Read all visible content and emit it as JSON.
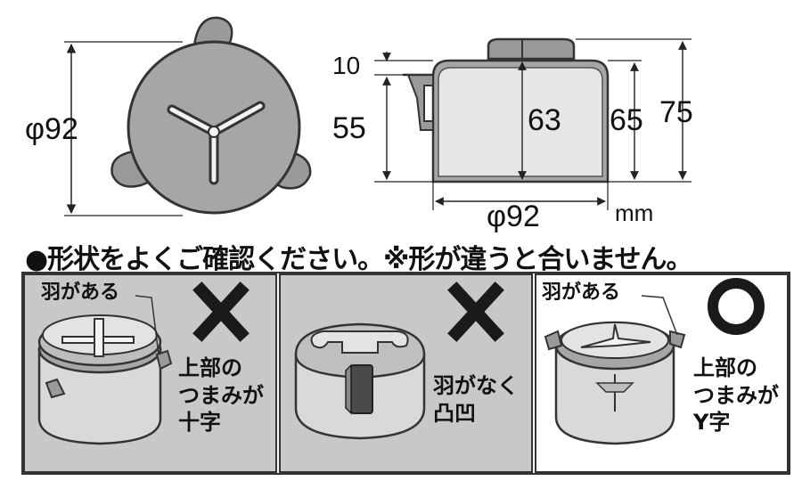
{
  "dimensions": {
    "top_view_diameter": "φ92",
    "side_10": "10",
    "side_55": "55",
    "side_63": "63",
    "side_65": "65",
    "side_75": "75",
    "side_bottom_diameter": "φ92",
    "unit": "mm"
  },
  "notice": "●形状をよくご確認ください。※形が違うと合いません。",
  "panels": [
    {
      "wing_label": "羽がある",
      "verdict": "✖",
      "caption_lines": [
        "上部の",
        "つまみが",
        "十字"
      ]
    },
    {
      "verdict": "✖",
      "caption_lines": [
        "羽がなく",
        "凸凹"
      ]
    },
    {
      "wing_label": "羽がある",
      "verdict": "○",
      "caption_lines": [
        "上部の",
        "つまみが",
        "Y字"
      ]
    }
  ],
  "colors": {
    "panel_gray": "#c8c8c8",
    "cap_gray": "#a6a6a6",
    "light_gray": "#d9d9d9",
    "dark": "#2b2b2b"
  }
}
